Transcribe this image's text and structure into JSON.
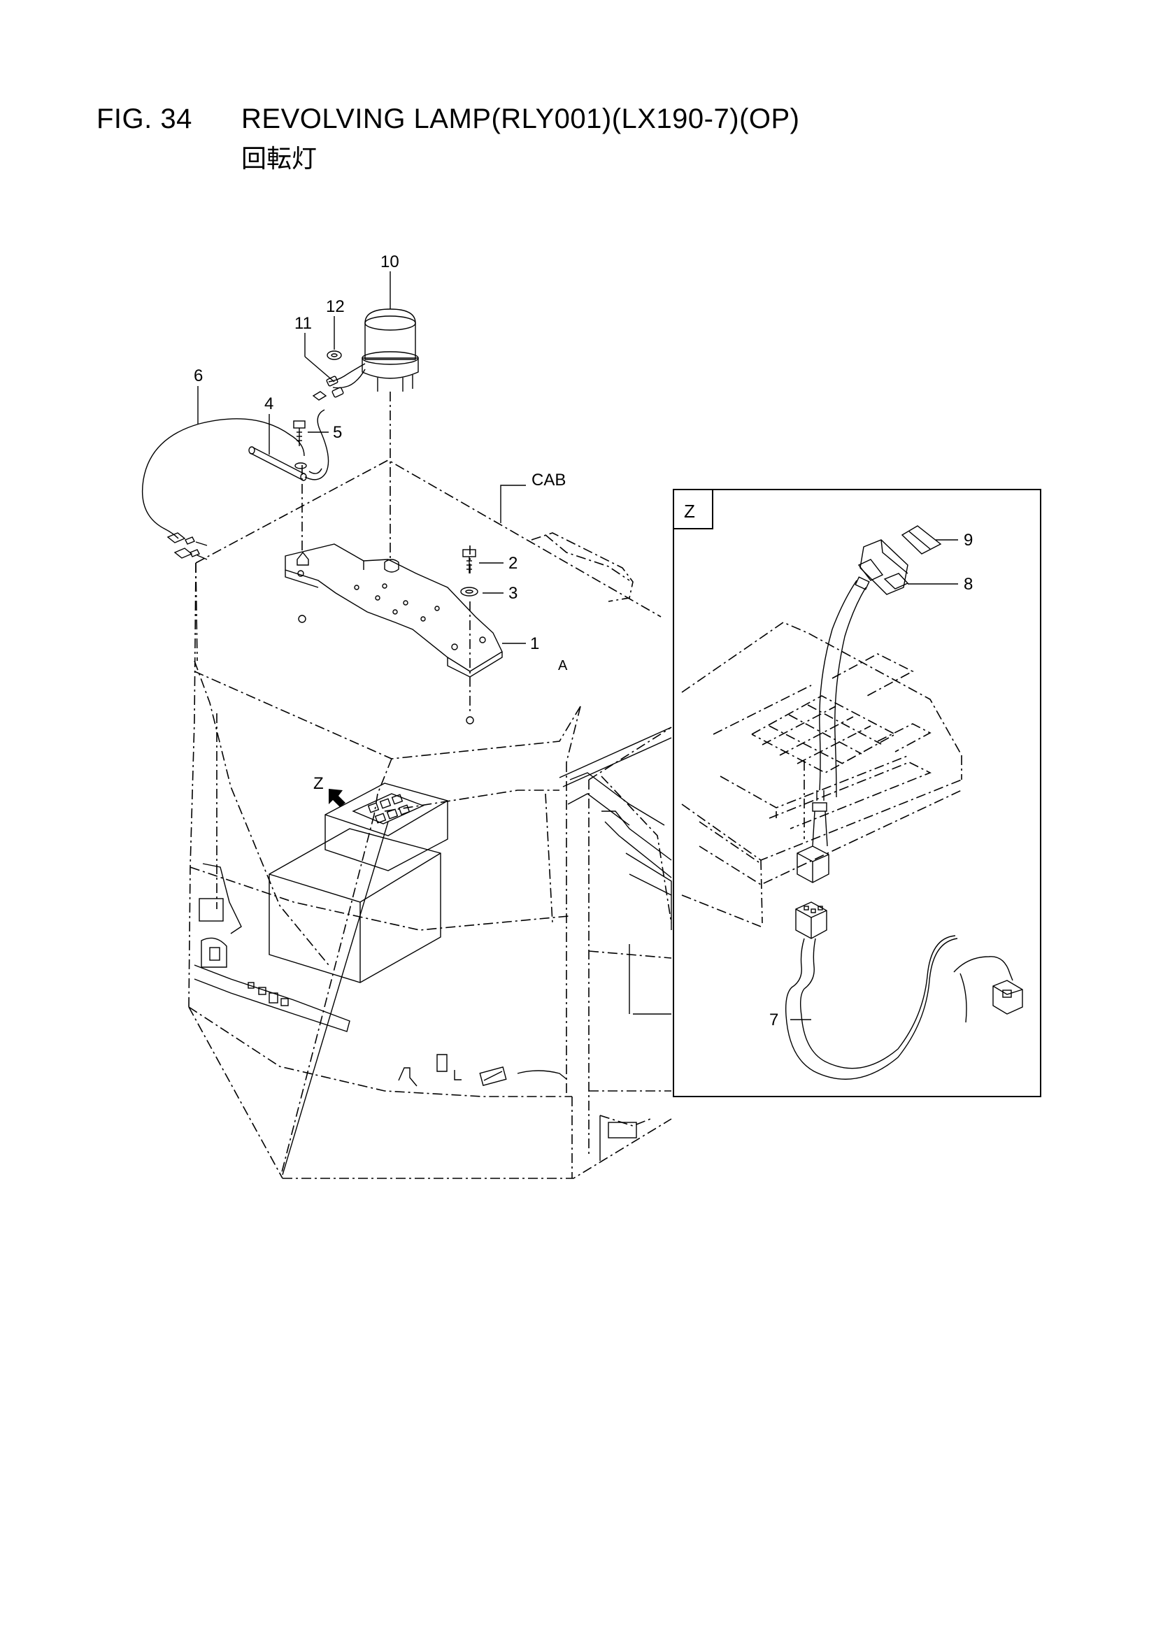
{
  "header": {
    "fig_no": "FIG. 34",
    "title": "REVOLVING LAMP(RLY001)(LX190-7)(OP)",
    "subtitle": "回転灯"
  },
  "labels": {
    "p1": "1",
    "p2": "2",
    "p3": "3",
    "p4": "4",
    "p5": "5",
    "p6": "6",
    "p7": "7",
    "p8": "8",
    "p9": "9",
    "p10": "10",
    "p11": "11",
    "p12": "12",
    "cab": "CAB",
    "view_mark": "Z",
    "detail_tag": "Z",
    "a_mark": "A"
  }
}
